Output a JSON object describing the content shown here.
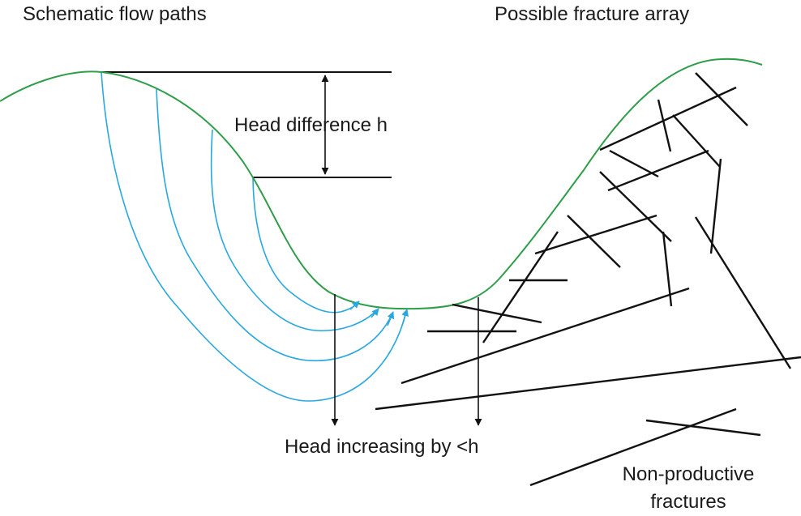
{
  "labels": {
    "left_title": "Schematic flow paths",
    "right_title": "Possible fracture array",
    "head_difference": "Head difference h",
    "head_increasing": "Head increasing by <h",
    "non_productive_line1": "Non-productive",
    "non_productive_line2": "fractures"
  },
  "colors": {
    "topography": "#2e9e4a",
    "flow_paths": "#29a8e0",
    "lines": "#111111",
    "text": "#1a1a1a"
  }
}
